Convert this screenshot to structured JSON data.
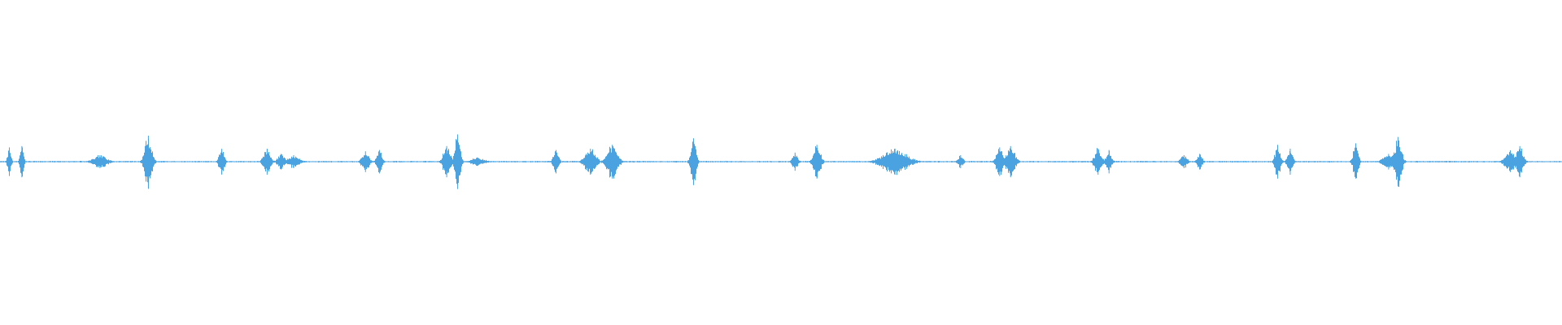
{
  "colors": {
    "background": "#ffffff",
    "waveform": "#4aa3e0"
  },
  "chart_data": {
    "type": "line",
    "title": "",
    "xlabel": "",
    "ylabel": "",
    "xlim": [
      0,
      1
    ],
    "ylim": [
      -1,
      1
    ],
    "grid": false,
    "legend": "none",
    "baseline": 0,
    "noise_amplitude": 0.004,
    "bursts": [
      {
        "t": 0.006,
        "amp": 0.11,
        "width": 0.001
      },
      {
        "t": 0.014,
        "amp": 0.12,
        "width": 0.001
      },
      {
        "t": 0.064,
        "amp": 0.05,
        "width": 0.004
      },
      {
        "t": 0.095,
        "amp": 0.2,
        "width": 0.002
      },
      {
        "t": 0.142,
        "amp": 0.1,
        "width": 0.0015
      },
      {
        "t": 0.171,
        "amp": 0.1,
        "width": 0.002
      },
      {
        "t": 0.18,
        "amp": 0.06,
        "width": 0.002
      },
      {
        "t": 0.188,
        "amp": 0.05,
        "width": 0.003
      },
      {
        "t": 0.234,
        "amp": 0.08,
        "width": 0.002
      },
      {
        "t": 0.243,
        "amp": 0.09,
        "width": 0.0015
      },
      {
        "t": 0.286,
        "amp": 0.12,
        "width": 0.002
      },
      {
        "t": 0.293,
        "amp": 0.21,
        "width": 0.0015
      },
      {
        "t": 0.306,
        "amp": 0.03,
        "width": 0.004
      },
      {
        "t": 0.356,
        "amp": 0.09,
        "width": 0.0015
      },
      {
        "t": 0.378,
        "amp": 0.1,
        "width": 0.003
      },
      {
        "t": 0.392,
        "amp": 0.13,
        "width": 0.003
      },
      {
        "t": 0.444,
        "amp": 0.18,
        "width": 0.0015
      },
      {
        "t": 0.509,
        "amp": 0.07,
        "width": 0.0015
      },
      {
        "t": 0.523,
        "amp": 0.13,
        "width": 0.002
      },
      {
        "t": 0.573,
        "amp": 0.1,
        "width": 0.007
      },
      {
        "t": 0.615,
        "amp": 0.05,
        "width": 0.0015
      },
      {
        "t": 0.64,
        "amp": 0.11,
        "width": 0.002
      },
      {
        "t": 0.647,
        "amp": 0.12,
        "width": 0.0025
      },
      {
        "t": 0.703,
        "amp": 0.1,
        "width": 0.002
      },
      {
        "t": 0.71,
        "amp": 0.09,
        "width": 0.0015
      },
      {
        "t": 0.758,
        "amp": 0.05,
        "width": 0.002
      },
      {
        "t": 0.768,
        "amp": 0.06,
        "width": 0.0015
      },
      {
        "t": 0.818,
        "amp": 0.13,
        "width": 0.0015
      },
      {
        "t": 0.826,
        "amp": 0.1,
        "width": 0.0015
      },
      {
        "t": 0.868,
        "amp": 0.13,
        "width": 0.0015
      },
      {
        "t": 0.889,
        "amp": 0.06,
        "width": 0.003
      },
      {
        "t": 0.895,
        "amp": 0.19,
        "width": 0.002
      },
      {
        "t": 0.967,
        "amp": 0.08,
        "width": 0.003
      },
      {
        "t": 0.973,
        "amp": 0.12,
        "width": 0.002
      }
    ]
  }
}
